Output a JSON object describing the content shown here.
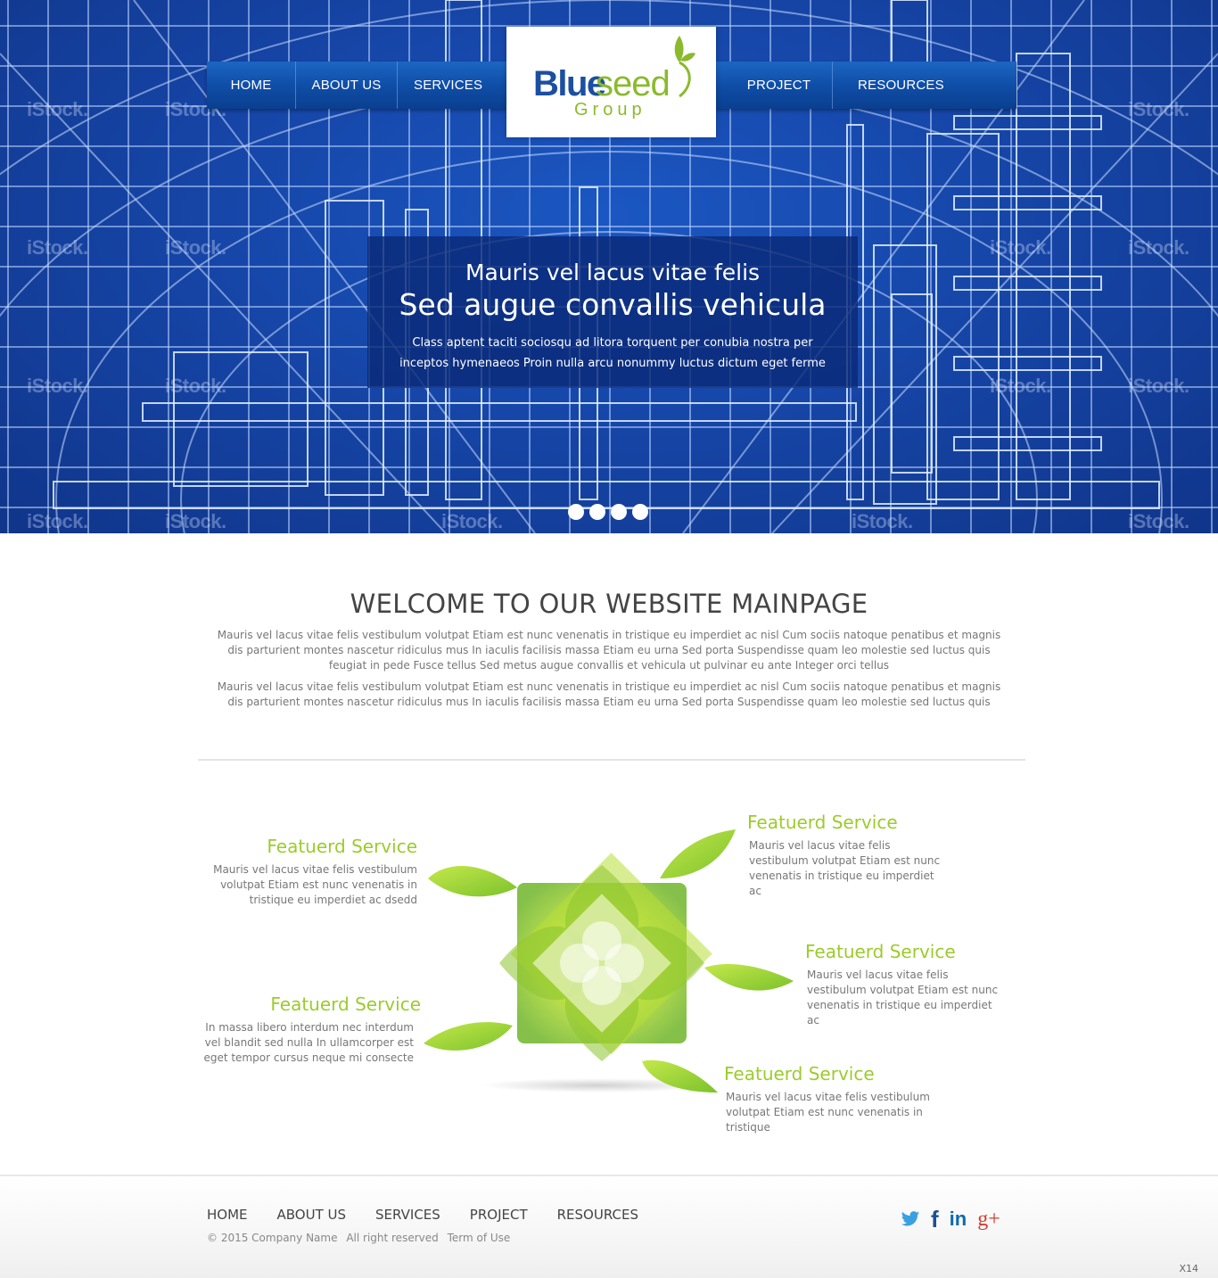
{
  "header": {
    "nav_left": [
      {
        "label": "HOME"
      },
      {
        "label": "ABOUT US"
      },
      {
        "label": "SERVICES"
      }
    ],
    "nav_right": [
      {
        "label": "PROJECT"
      },
      {
        "label": "RESOURCES"
      }
    ],
    "logo": {
      "text_blue": "Blue",
      "text_green": "seed",
      "subtitle": "Group"
    }
  },
  "hero": {
    "watermark": "iStock.",
    "subtitle": "Mauris vel lacus vitae felis",
    "title": "Sed augue convallis vehicula",
    "text": "Class aptent taciti sociosqu ad litora torquent per conubia nostra per inceptos hymenaeos Proin nulla arcu nonummy luctus dictum eget ferme",
    "slide_count": 4
  },
  "welcome": {
    "title": "WELCOME TO OUR WEBSITE MAINPAGE",
    "paragraph1": "Mauris vel lacus vitae felis vestibulum volutpat Etiam est nunc venenatis in tristique eu imperdiet ac nisl Cum sociis natoque penatibus et magnis dis parturient montes nascetur ridiculus mus In iaculis facilisis massa Etiam eu urna Sed porta Suspendisse quam leo molestie sed luctus quis feugiat in pede Fusce tellus Sed metus augue convallis et vehicula ut pulvinar eu ante Integer orci tellus",
    "paragraph2": "Mauris vel lacus vitae felis vestibulum volutpat Etiam est nunc venenatis in tristique eu imperdiet ac nisl Cum sociis natoque penatibus et magnis dis parturient montes nascetur ridiculus mus In iaculis facilisis massa Etiam eu urna Sed porta Suspendisse quam leo molestie sed luctus quis"
  },
  "features": [
    {
      "title": "Featuerd Service",
      "text": "Mauris vel lacus vitae felis vestibulum volutpat Etiam est nunc venenatis in tristique eu imperdiet ac dsedd"
    },
    {
      "title": "Featuerd Service",
      "text": "In massa libero interdum nec interdum vel blandit sed nulla In ullamcorper est eget tempor cursus neque mi consecte"
    },
    {
      "title": "Featuerd Service",
      "text": "Mauris vel lacus vitae felis vestibulum volutpat Etiam est nunc venenatis in tristique eu imperdiet ac"
    },
    {
      "title": "Featuerd Service",
      "text": "Mauris vel lacus vitae felis vestibulum volutpat Etiam est nunc venenatis in tristique eu imperdiet ac"
    },
    {
      "title": "Featuerd Service",
      "text": "Mauris vel lacus vitae felis vestibulum volutpat Etiam est nunc venenatis in tristique"
    }
  ],
  "footer": {
    "nav": [
      {
        "label": "HOME"
      },
      {
        "label": "ABOUT US"
      },
      {
        "label": "SERVICES"
      },
      {
        "label": "PROJECT"
      },
      {
        "label": "RESOURCES"
      }
    ],
    "copyright": "© 2015 Company Name",
    "rights": "All right reserved",
    "terms": "Term of Use",
    "social": [
      {
        "name": "twitter-icon",
        "glyph": "🐦",
        "color": "#3aa1e0"
      },
      {
        "name": "facebook-icon",
        "glyph": "f",
        "color": "#1d4f91"
      },
      {
        "name": "linkedin-icon",
        "glyph": "in",
        "color": "#0e6aa8"
      },
      {
        "name": "google-plus-icon",
        "glyph": "g+",
        "color": "#d23f31"
      }
    ],
    "page_marker": "X14"
  },
  "colors": {
    "nav_blue": "#0f4ea8",
    "hero_blue": "#1646a8",
    "accent_green": "#9ccb2c",
    "logo_blue": "#1b4fa0"
  }
}
